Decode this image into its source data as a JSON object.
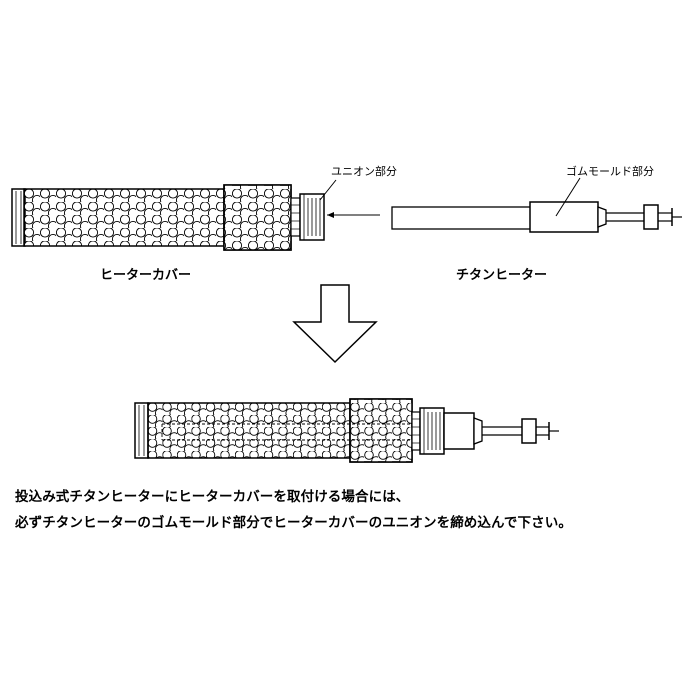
{
  "labels": {
    "union_part": "ユニオン部分",
    "gum_mold_part": "ゴムモールド部分",
    "heater_cover": "ヒーターカバー",
    "titanium_heater": "チタンヒーター"
  },
  "instructions": {
    "line1": "投込み式チタンヒーターにヒーターカバーを取付ける場合には、",
    "line2": "必ずチタンヒーターのゴムモールド部分でヒーターカバーのユニオンを締め込んで下さい。"
  },
  "colors": {
    "line": "#000000",
    "background": "#ffffff"
  },
  "icons": {
    "flow_arrow": "down-arrow-icon"
  }
}
